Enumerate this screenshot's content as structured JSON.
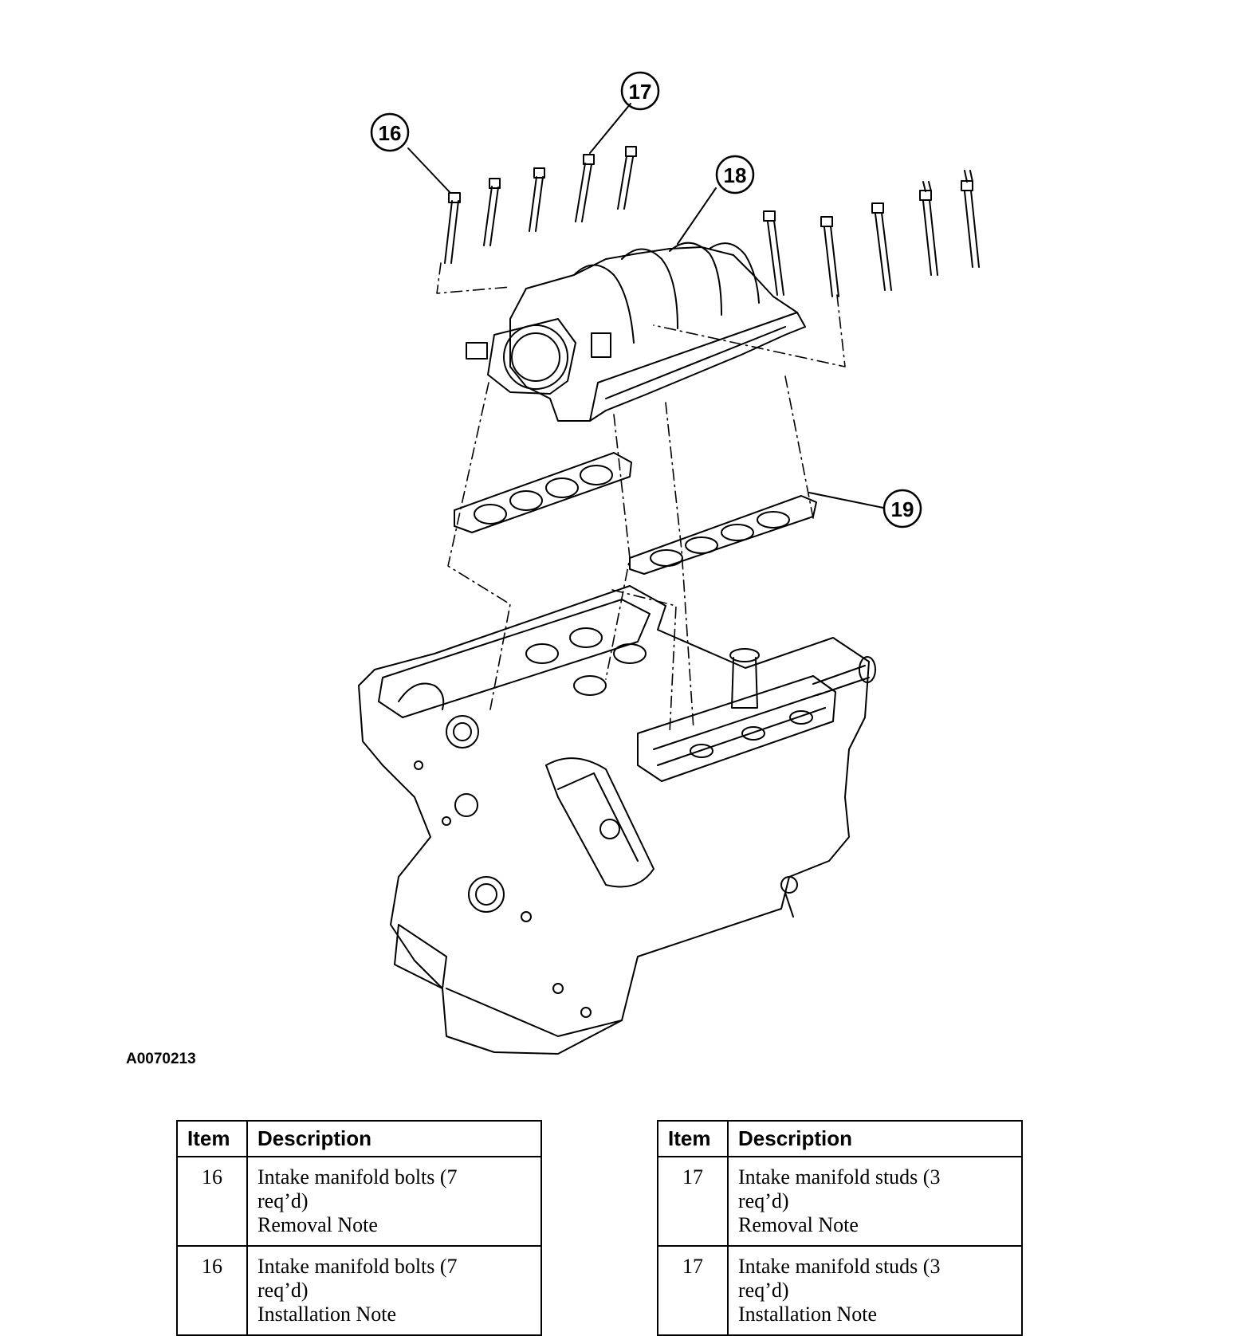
{
  "figure": {
    "id": "A0070213",
    "callouts": [
      "16",
      "17",
      "18",
      "19"
    ]
  },
  "tables": [
    {
      "headers": {
        "item": "Item",
        "description": "Description"
      },
      "rows": [
        {
          "item": "16",
          "lines": [
            "Intake manifold bolts (7",
            "req’d)",
            "Removal Note"
          ]
        },
        {
          "item": "16",
          "lines": [
            "Intake manifold bolts (7",
            "req’d)",
            "Installation Note"
          ]
        }
      ]
    },
    {
      "headers": {
        "item": "Item",
        "description": "Description"
      },
      "rows": [
        {
          "item": "17",
          "lines": [
            "Intake manifold studs (3",
            "req’d)",
            "Removal Note"
          ]
        },
        {
          "item": "17",
          "lines": [
            "Intake manifold studs (3",
            "req’d)",
            "Installation Note"
          ]
        }
      ]
    }
  ]
}
